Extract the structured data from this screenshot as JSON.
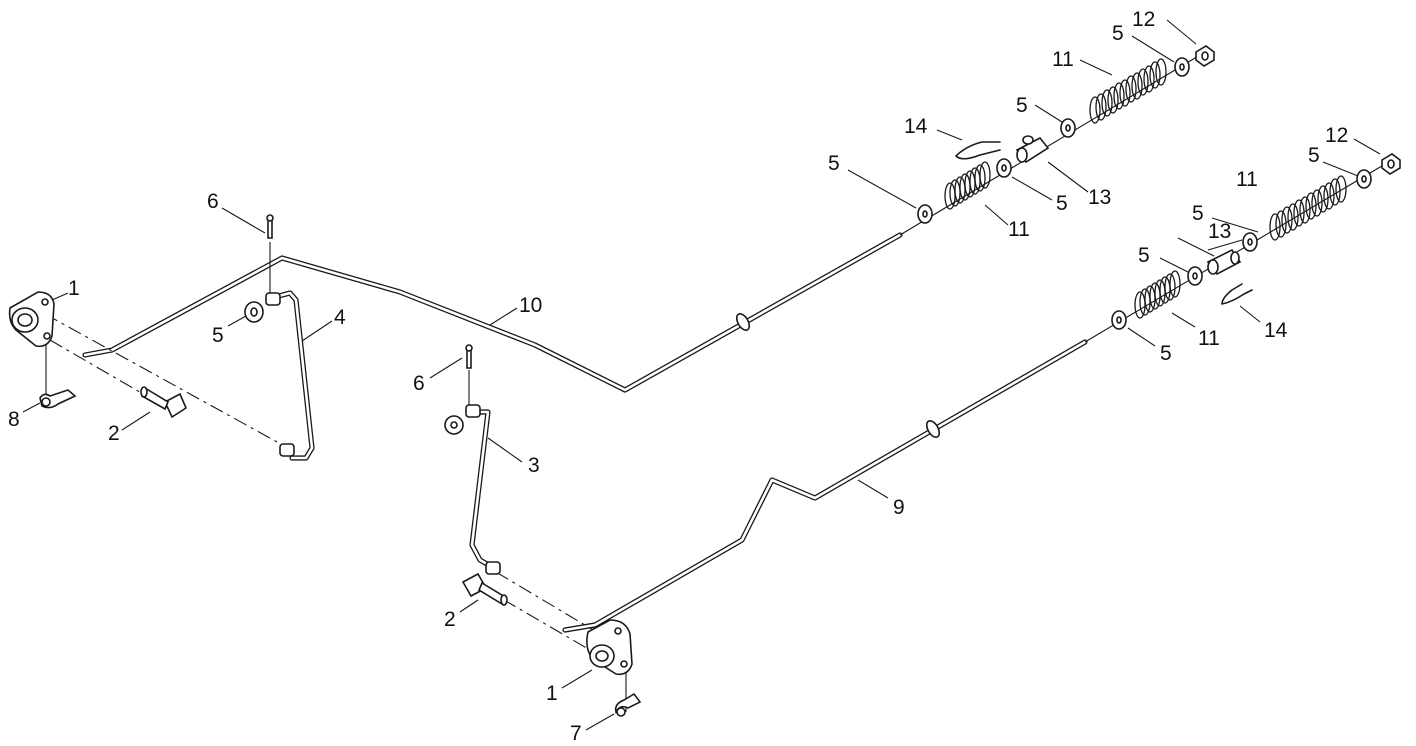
{
  "diagram": {
    "part_numbers": {
      "p1": "1",
      "p2": "2",
      "p3": "3",
      "p4": "4",
      "p5": "5",
      "p6": "6",
      "p7": "7",
      "p8": "8",
      "p9": "9",
      "p10": "10",
      "p11": "11",
      "p12": "12",
      "p13": "13",
      "p14": "14"
    }
  }
}
